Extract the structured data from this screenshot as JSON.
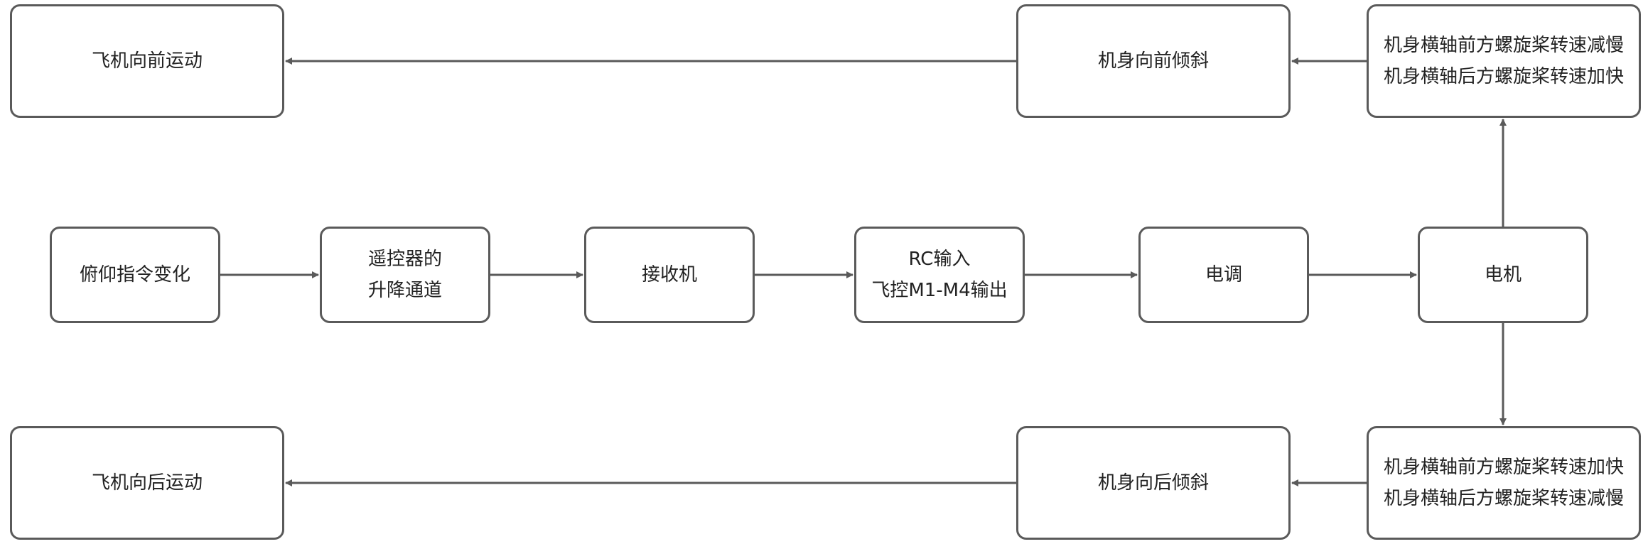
{
  "diagram": {
    "nodes": {
      "pitch": {
        "lines": [
          "俯仰指令变化"
        ]
      },
      "rc_channel": {
        "lines": [
          "遥控器的",
          "升降通道"
        ]
      },
      "receiver": {
        "lines": [
          "接收机"
        ]
      },
      "fc": {
        "lines": [
          "RC输入",
          "飞控M1-M4输出"
        ]
      },
      "esc": {
        "lines": [
          "电调"
        ]
      },
      "motor": {
        "lines": [
          "电机"
        ]
      },
      "prop_top": {
        "lines": [
          "机身横轴前方螺旋桨转速减慢",
          "机身横轴后方螺旋桨转速加快"
        ]
      },
      "tilt_forward": {
        "lines": [
          "机身向前倾斜"
        ]
      },
      "move_forward": {
        "lines": [
          "飞机向前运动"
        ]
      },
      "prop_bottom": {
        "lines": [
          "机身横轴前方螺旋桨转速加快",
          "机身横轴后方螺旋桨转速减慢"
        ]
      },
      "tilt_backward": {
        "lines": [
          "机身向后倾斜"
        ]
      },
      "move_backward": {
        "lines": [
          "飞机向后运动"
        ]
      }
    },
    "edges": [
      {
        "from": "pitch",
        "to": "rc_channel"
      },
      {
        "from": "rc_channel",
        "to": "receiver"
      },
      {
        "from": "receiver",
        "to": "fc"
      },
      {
        "from": "fc",
        "to": "esc"
      },
      {
        "from": "esc",
        "to": "motor"
      },
      {
        "from": "motor",
        "to": "prop_top"
      },
      {
        "from": "motor",
        "to": "prop_bottom"
      },
      {
        "from": "prop_top",
        "to": "tilt_forward"
      },
      {
        "from": "tilt_forward",
        "to": "move_forward"
      },
      {
        "from": "prop_bottom",
        "to": "tilt_backward"
      },
      {
        "from": "tilt_backward",
        "to": "move_backward"
      }
    ],
    "colors": {
      "border": "#5a5a5a",
      "text": "#222222",
      "background": "#ffffff"
    }
  }
}
